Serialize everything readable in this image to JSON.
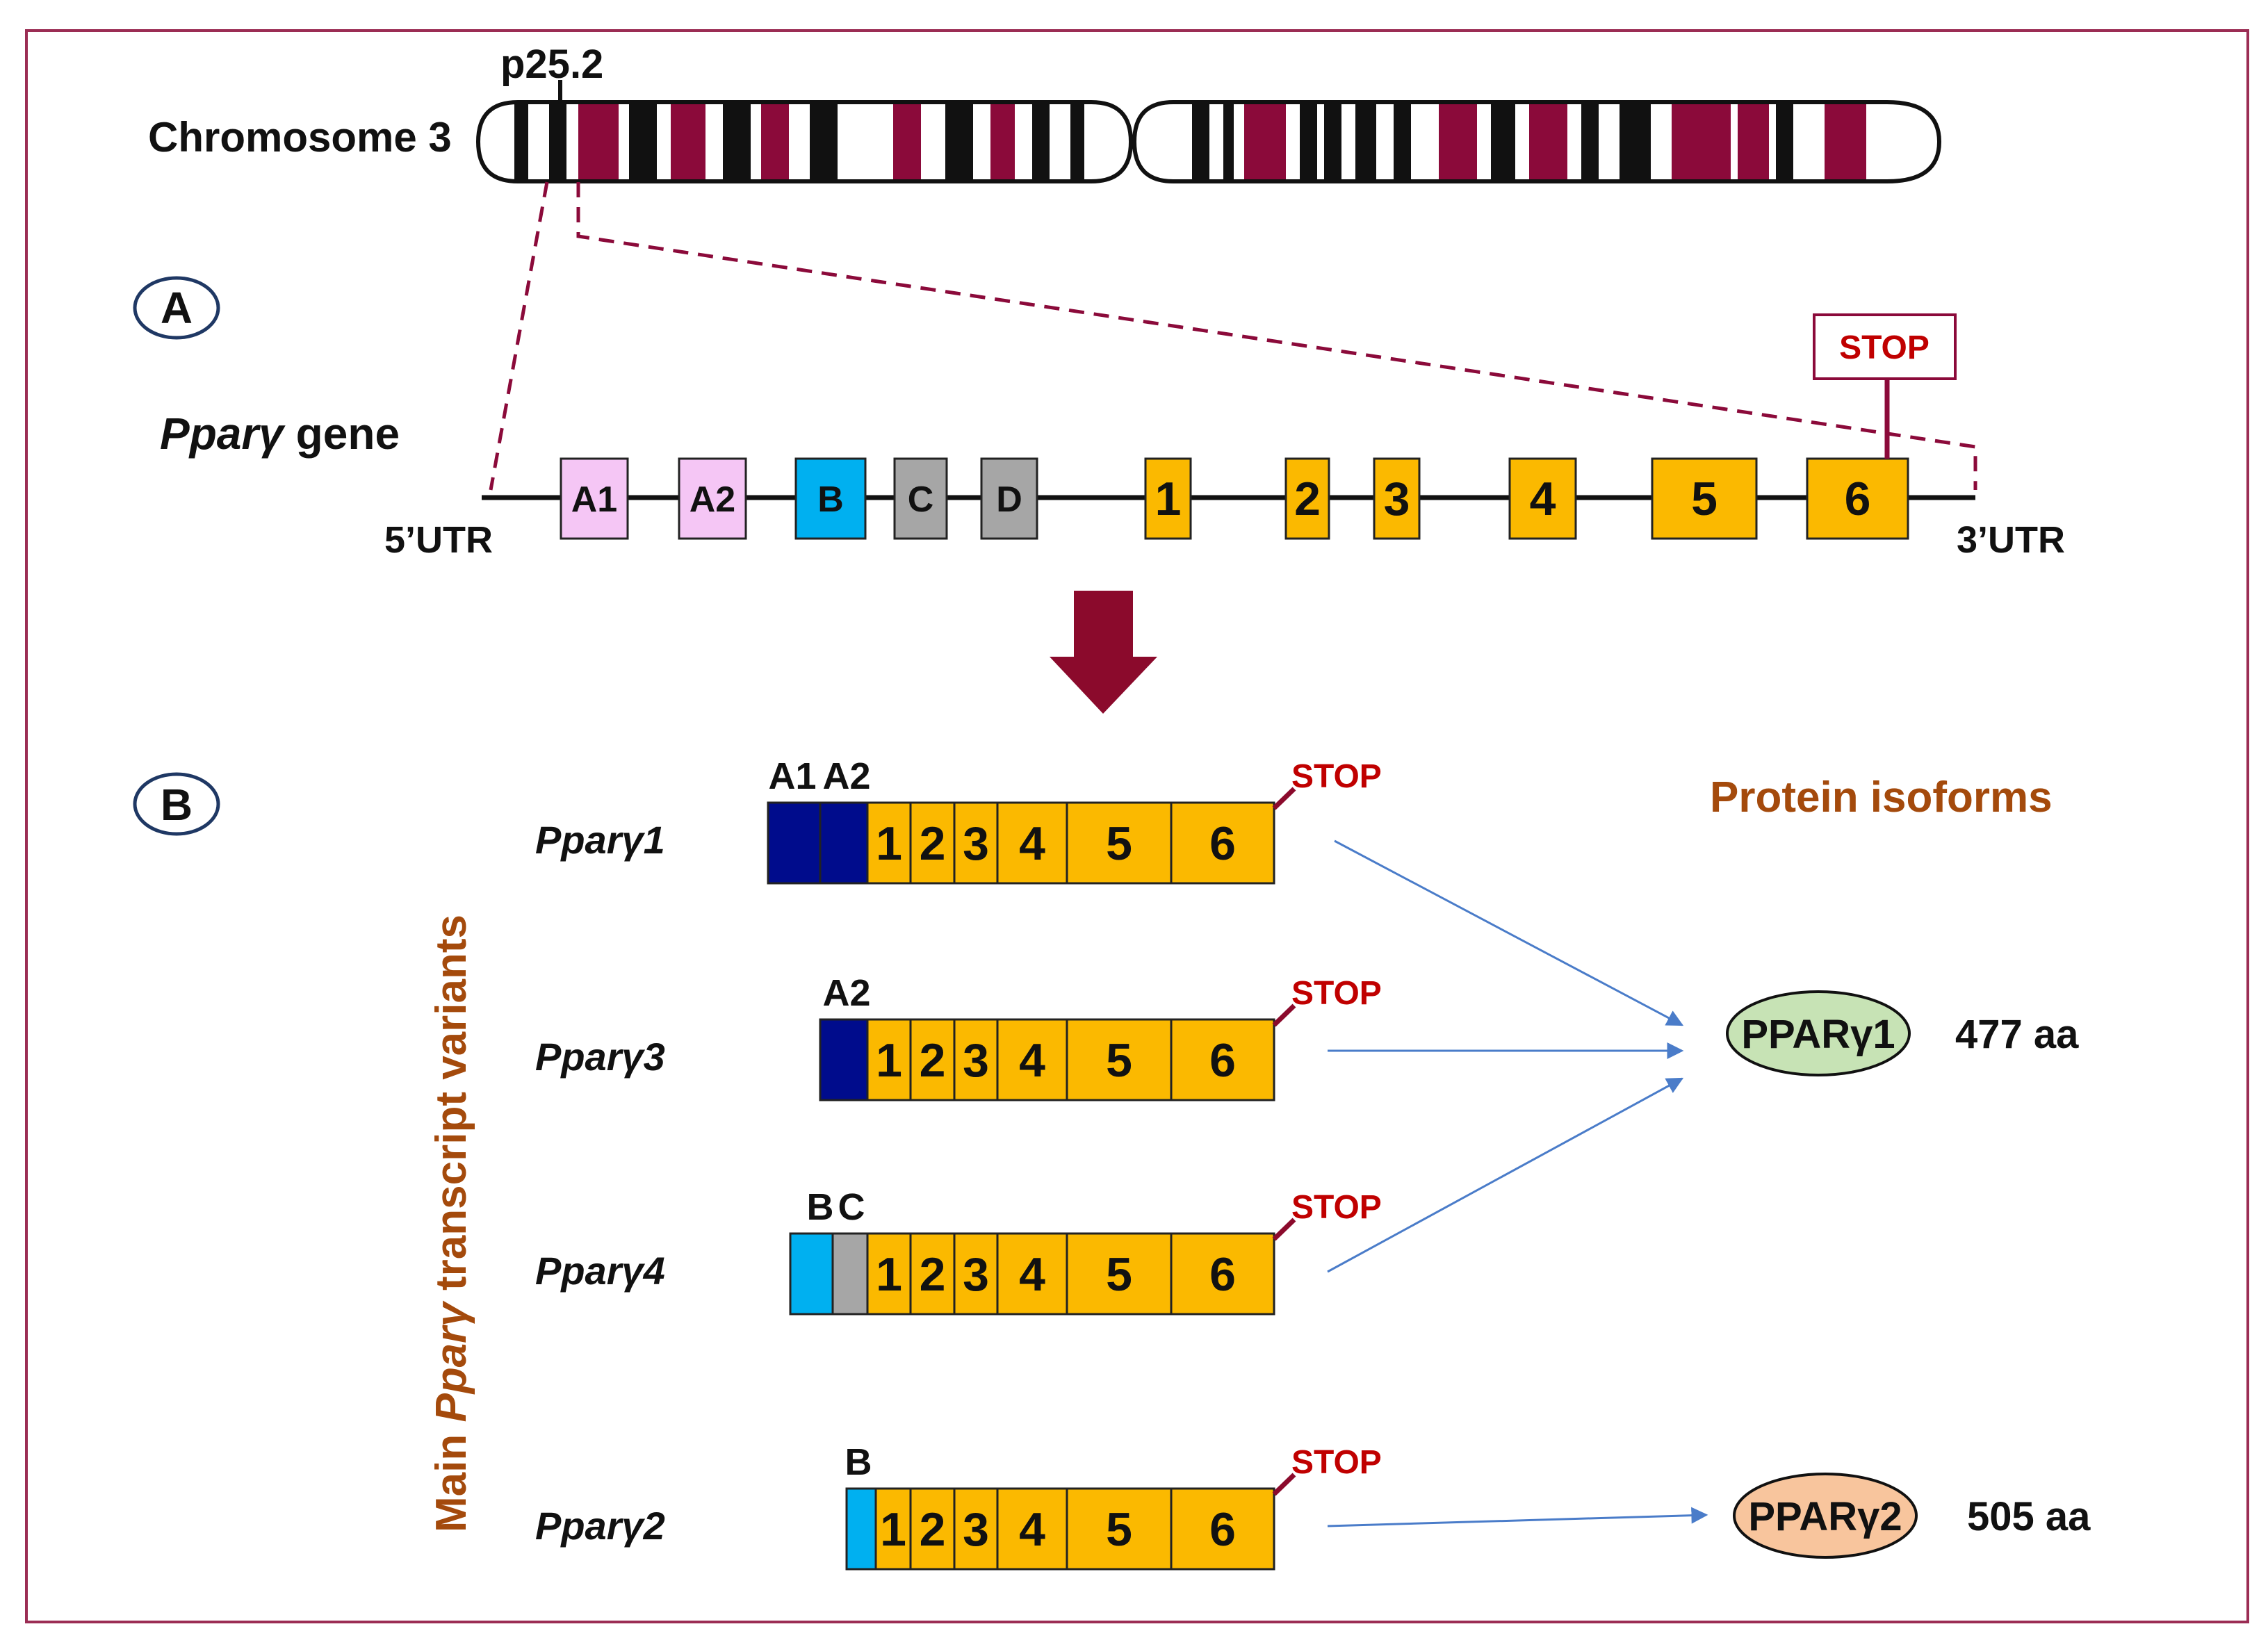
{
  "colors": {
    "frame": "#9b2d54",
    "band_dark": "#111111",
    "band_red": "#8b0a3a",
    "dash": "#8b0a3a",
    "exon_orange": "#fbb900",
    "exon_pink": "#f5c6f5",
    "exon_blue": "#00b0f0",
    "exon_gray": "#a6a6a6",
    "exon_navy": "#000c8c",
    "stop_red": "#c00000",
    "arrow_red": "#8b0a2c",
    "label_brown": "#a44a0c",
    "arrow_blue": "#4a7cc9",
    "ppar1_fill": "#c7e3b5",
    "ppar2_fill": "#f8c59d"
  },
  "chromosome": {
    "label": "Chromosome 3",
    "band": "p25.2"
  },
  "panel_labels": [
    "A",
    "B"
  ],
  "gene": {
    "name_italic": "Pparγ",
    "name_suffix": " gene",
    "utr5": "5’UTR",
    "utr3": "3’UTR",
    "stop_label": "STOP",
    "exons": [
      {
        "label": "A1",
        "kind": "pink"
      },
      {
        "label": "A2",
        "kind": "pink"
      },
      {
        "label": "B",
        "kind": "blue"
      },
      {
        "label": "C",
        "kind": "gray"
      },
      {
        "label": "D",
        "kind": "gray"
      },
      {
        "label": "1",
        "kind": "orange"
      },
      {
        "label": "2",
        "kind": "orange"
      },
      {
        "label": "3",
        "kind": "orange"
      },
      {
        "label": "4",
        "kind": "orange"
      },
      {
        "label": "5",
        "kind": "orange"
      },
      {
        "label": "6",
        "kind": "orange"
      }
    ]
  },
  "transcripts_title_pre": "Main ",
  "transcripts_title_italic": "Pparγ",
  "transcripts_title_post": " transcript variants",
  "isoforms_title": "Protein isoforms",
  "transcripts": [
    {
      "name": "Pparγ1",
      "lead_labels": [
        "A1",
        "A2"
      ],
      "stop": "STOP",
      "exons": [
        "1",
        "2",
        "3",
        "4",
        "5",
        "6"
      ],
      "protein": "PPARγ1"
    },
    {
      "name": "Pparγ3",
      "lead_labels": [
        "A2"
      ],
      "stop": "STOP",
      "exons": [
        "1",
        "2",
        "3",
        "4",
        "5",
        "6"
      ],
      "protein": "PPARγ1"
    },
    {
      "name": "Pparγ4",
      "lead_labels": [
        "B",
        "C"
      ],
      "stop": "STOP",
      "exons": [
        "1",
        "2",
        "3",
        "4",
        "5",
        "6"
      ],
      "protein": "PPARγ1"
    },
    {
      "name": "Pparγ2",
      "lead_labels": [
        "B"
      ],
      "stop": "STOP",
      "exons": [
        "1",
        "2",
        "3",
        "4",
        "5",
        "6"
      ],
      "protein": "PPARγ2"
    }
  ],
  "proteins": [
    {
      "name": "PPARγ1",
      "length": "477 aa"
    },
    {
      "name": "PPARγ2",
      "length": "505 aa"
    }
  ]
}
